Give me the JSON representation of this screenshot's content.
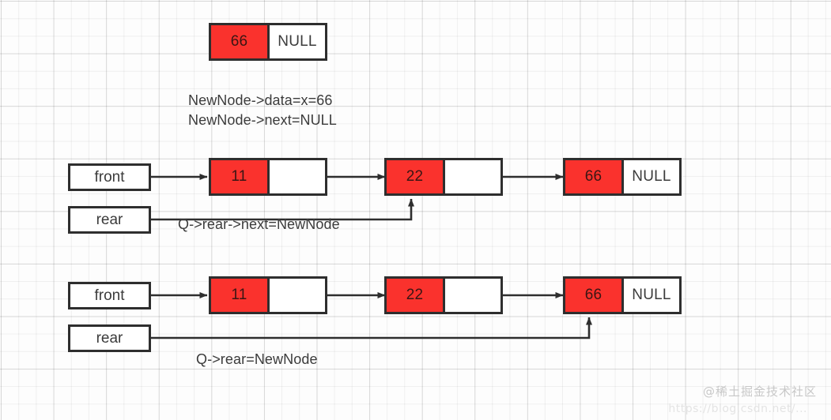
{
  "diagram": {
    "title": "Linked-list queue enqueue operation",
    "colors": {
      "data_cell_fill": "#fa322d",
      "node_border": "#2e2e2e",
      "text": "#3b3b3b",
      "background": "#fdfdfd",
      "grid_line": "#e8e8e8"
    },
    "null_label": "NULL"
  },
  "new_node": {
    "data_value": "66",
    "next_value": "NULL",
    "caption_line1": "NewNode->data=x=66",
    "caption_line2": "NewNode->next=NULL"
  },
  "step_one": {
    "front_label": "front",
    "rear_label": "rear",
    "caption": "Q->rear->next=NewNode",
    "nodes": [
      {
        "data": "11",
        "next": ""
      },
      {
        "data": "22",
        "next": ""
      },
      {
        "data": "66",
        "next": "NULL"
      }
    ]
  },
  "step_two": {
    "front_label": "front",
    "rear_label": "rear",
    "caption": "Q->rear=NewNode",
    "nodes": [
      {
        "data": "11",
        "next": ""
      },
      {
        "data": "22",
        "next": ""
      },
      {
        "data": "66",
        "next": "NULL"
      }
    ]
  },
  "watermark": {
    "text": "@稀土掘金技术社区",
    "url": "https://blog.csdn.net/..."
  }
}
